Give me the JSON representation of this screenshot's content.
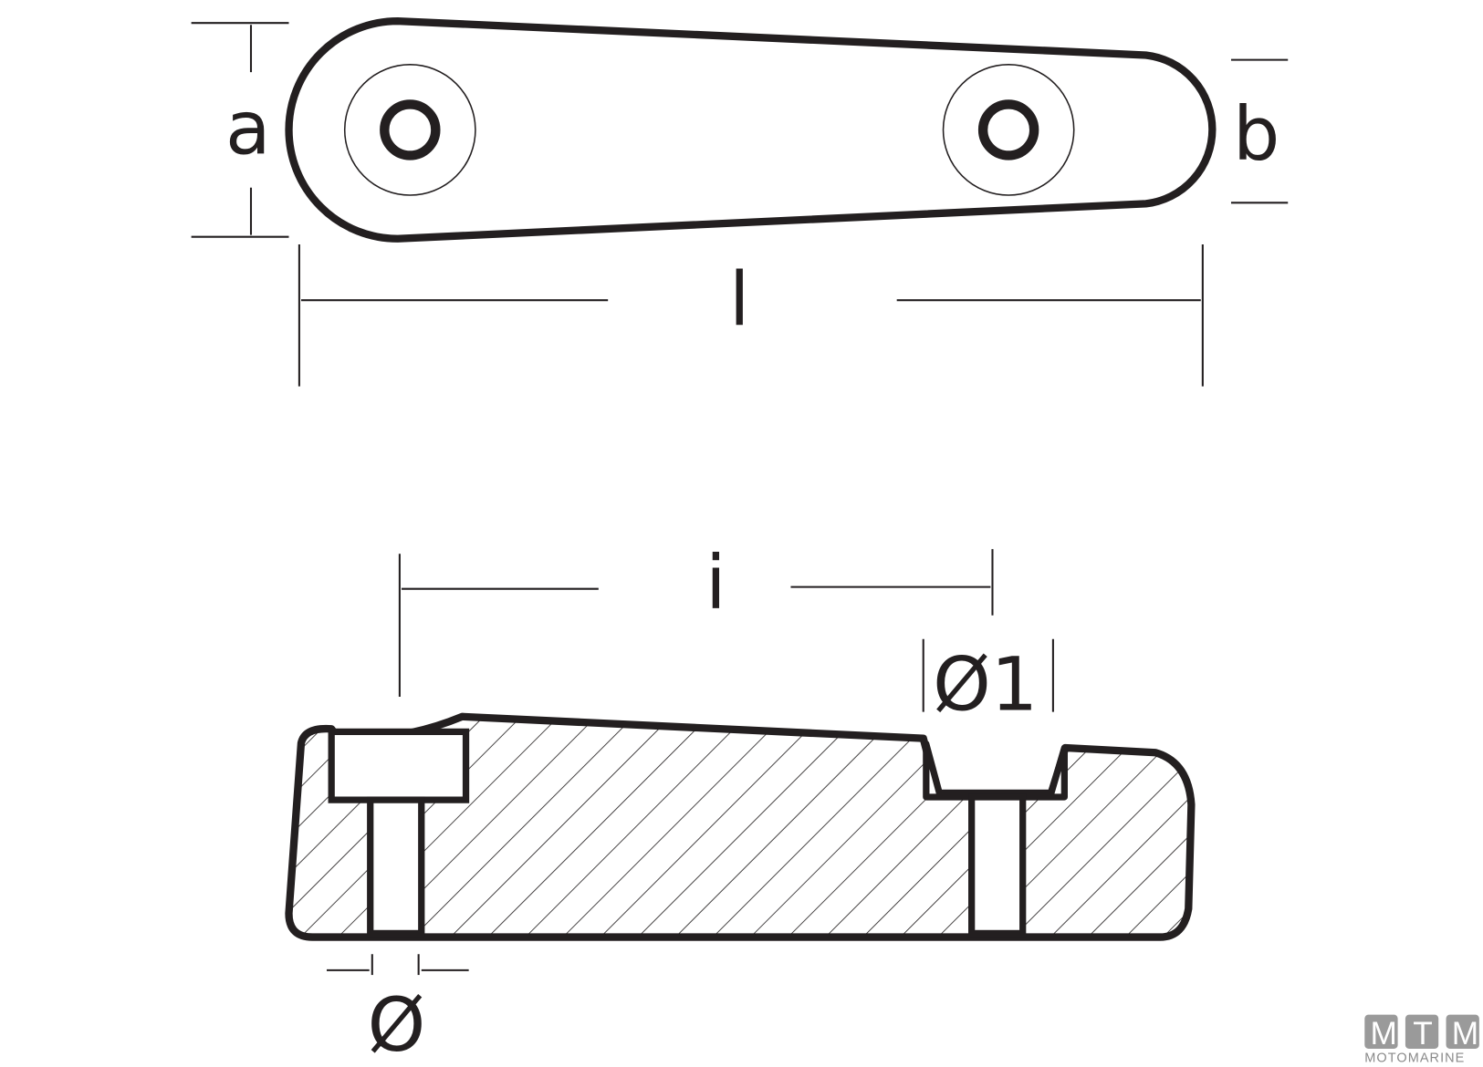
{
  "labels": {
    "a": "a",
    "b": "b",
    "l": "l",
    "i": "i",
    "d1": "Ø1",
    "d": "Ø"
  },
  "logo": {
    "letters": [
      "M",
      "T",
      "M"
    ],
    "name": "MOTOMARINE"
  },
  "colors": {
    "line": "#231f20",
    "logo": "#9a9a9a"
  }
}
